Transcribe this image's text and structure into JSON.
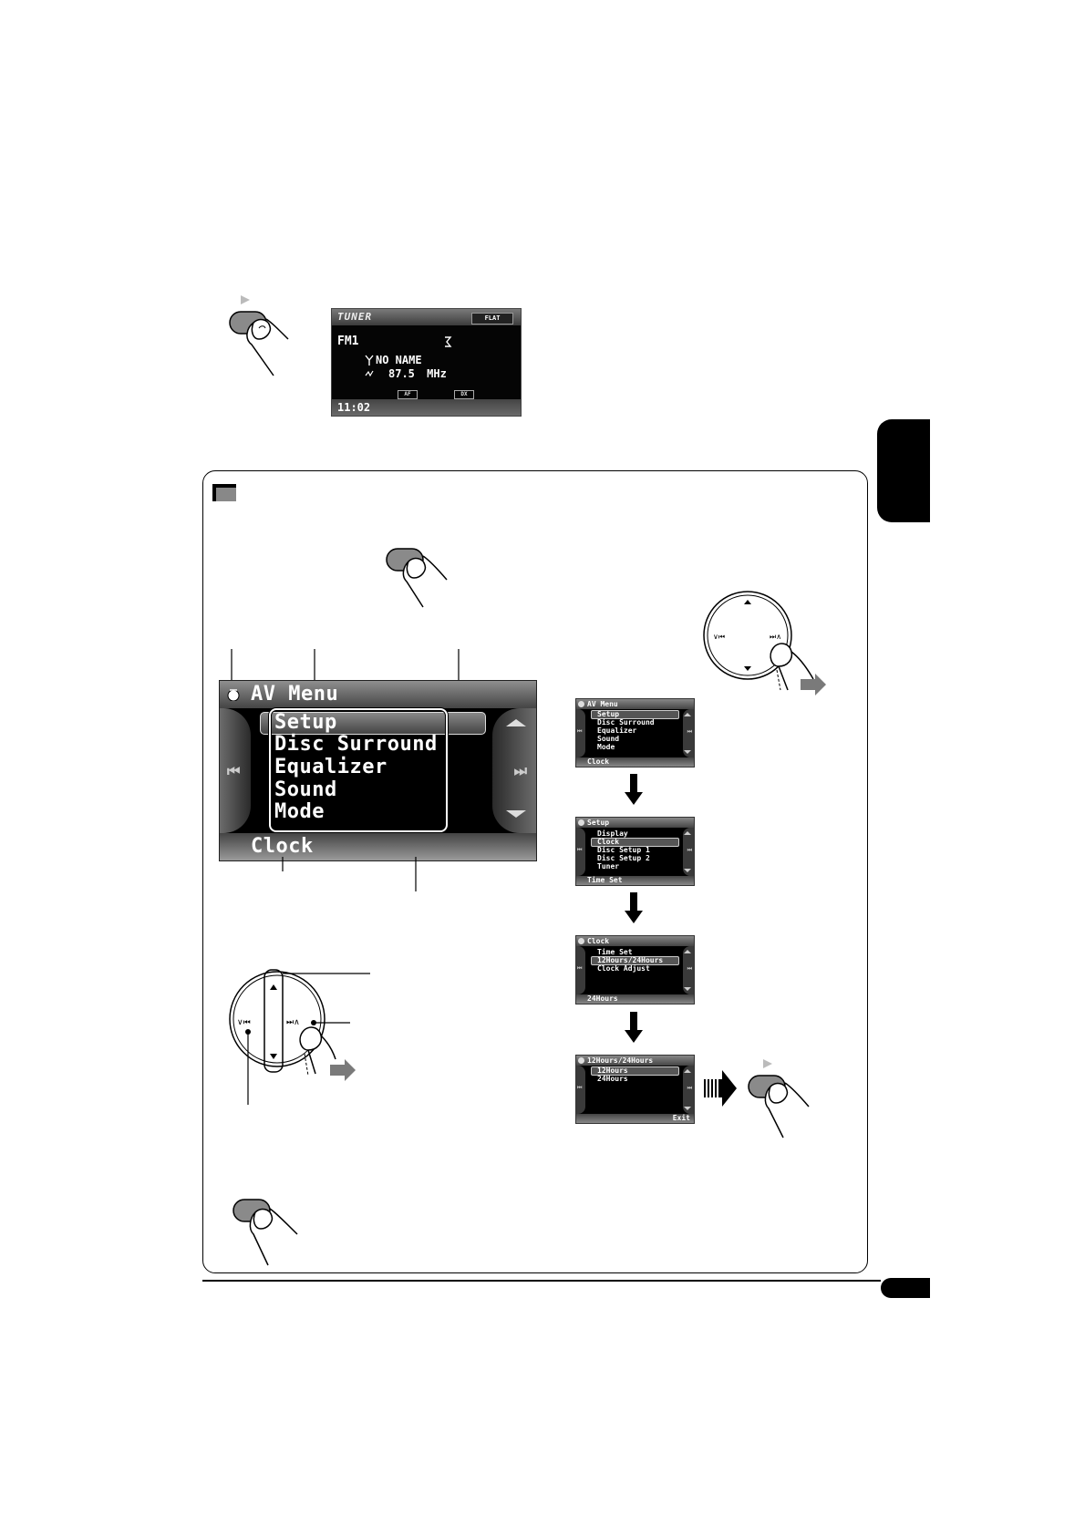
{
  "tuner_screen": {
    "source": "TUNER",
    "eq_badge": "FLAT",
    "band": "FM1",
    "station": "NO NAME",
    "frequency": "87.5",
    "unit": "MHz",
    "af": "AF",
    "dx": "DX",
    "clock": "11:02"
  },
  "av_menu_screen": {
    "title": "AV Menu",
    "items": [
      "Setup",
      "Disc Surround",
      "Equalizer",
      "Sound",
      "Mode"
    ],
    "hint": "Clock"
  },
  "sequence": [
    {
      "title": "AV Menu",
      "items": [
        "Setup",
        "Disc Surround",
        "Equalizer",
        "Sound",
        "Mode"
      ],
      "selected": 0,
      "hint": "Clock",
      "exit": ""
    },
    {
      "title": "Setup",
      "items": [
        "Display",
        "Clock",
        "Disc Setup 1",
        "Disc Setup 2",
        "Tuner"
      ],
      "selected": 1,
      "hint": "Time Set",
      "exit": ""
    },
    {
      "title": "Clock",
      "items": [
        "Time Set",
        "12Hours/24Hours",
        "Clock Adjust"
      ],
      "selected": 1,
      "hint": "24Hours",
      "exit": ""
    },
    {
      "title": "12Hours/24Hours",
      "items": [
        "12Hours",
        "24Hours"
      ],
      "selected": 0,
      "hint": "",
      "exit": "Exit"
    }
  ],
  "control_pad": {
    "up_icon": "up-triangle-icon",
    "down_icon": "down-triangle-icon",
    "left_glyph": "∨⏮",
    "right_glyph": "⏭∧"
  },
  "colors": {
    "button_gray": "#8a8a8a",
    "screen_black": "#000000",
    "arrow_gray": "#7a7a7a"
  }
}
